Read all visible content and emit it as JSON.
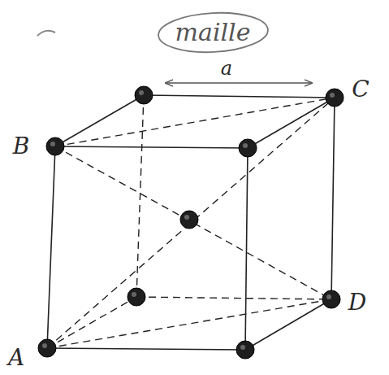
{
  "diagram": {
    "nodes": [
      {
        "text": [
          "maille"
        ]
      }
    ],
    "labels": [
      "a",
      "B",
      "C",
      "A",
      "D"
    ]
  }
}
